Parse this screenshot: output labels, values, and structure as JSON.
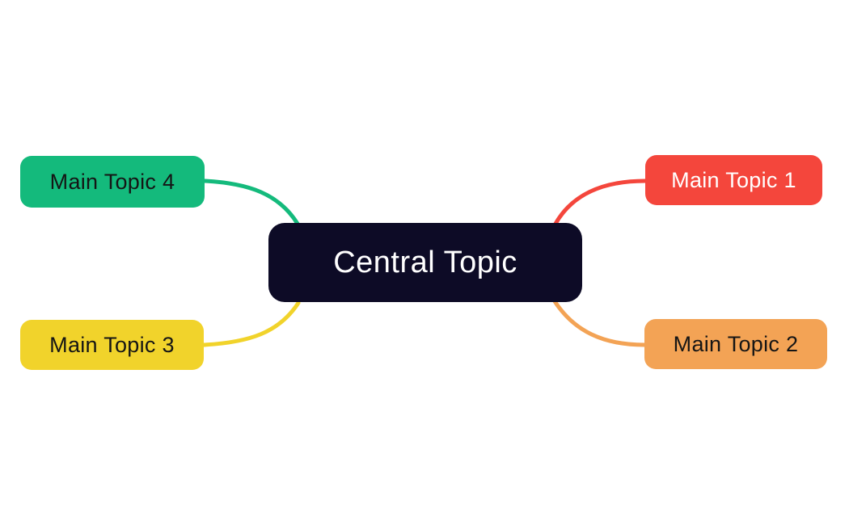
{
  "diagram": {
    "type": "mindmap",
    "background_color": "#ffffff",
    "central": {
      "label": "Central Topic",
      "color": "#0d0b26",
      "text_color": "#ffffff"
    },
    "branches": [
      {
        "label": "Main Topic 1",
        "position": "right-top",
        "color": "#f4463c",
        "text_color": "#ffffff"
      },
      {
        "label": "Main Topic 2",
        "position": "right-bottom",
        "color": "#f3a355",
        "text_color": "#151515"
      },
      {
        "label": "Main Topic 3",
        "position": "left-bottom",
        "color": "#f1d32b",
        "text_color": "#151515"
      },
      {
        "label": "Main Topic 4",
        "position": "left-top",
        "color": "#14ba7c",
        "text_color": "#151515"
      }
    ]
  }
}
